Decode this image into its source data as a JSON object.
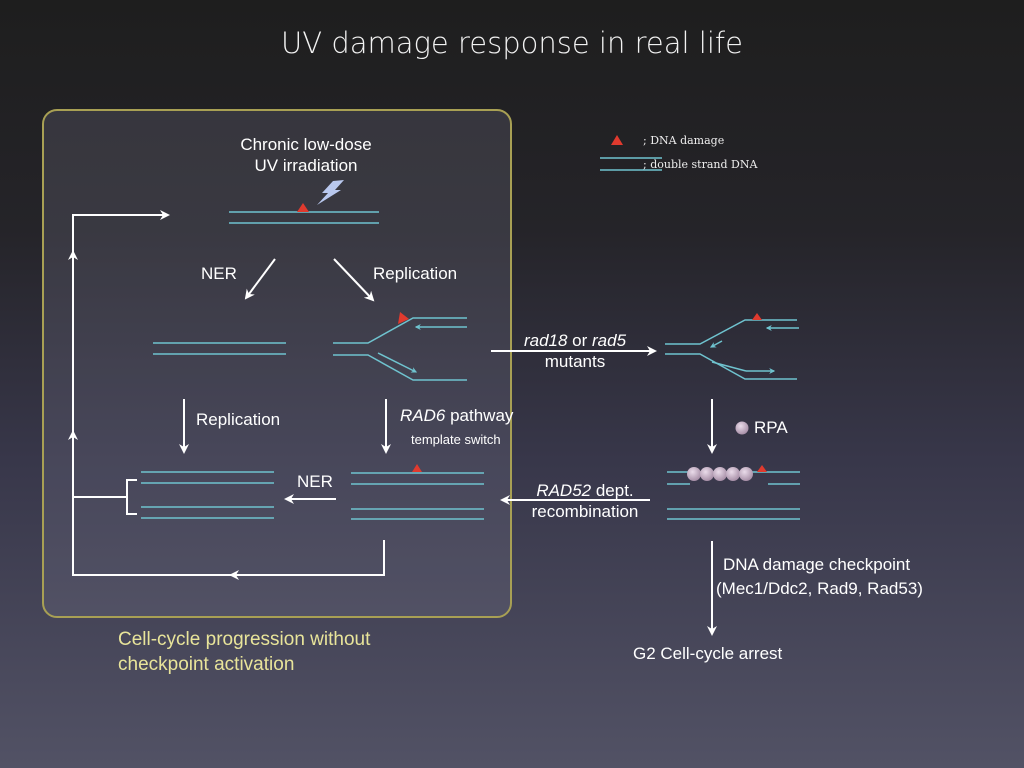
{
  "title": "UV damage response in real life",
  "legend": {
    "damage": "; DNA damage",
    "dsdna": "; double strand DNA"
  },
  "box": {
    "label_line1": "Cell-cycle progression without",
    "label_line2": "checkpoint activation"
  },
  "nodes": {
    "start_line1": "Chronic low-dose",
    "start_line2": "UV irradiation",
    "ner_top": "NER",
    "replication_top": "Replication",
    "replication_left": "Replication",
    "rad6_italic": "RAD6",
    "rad6_rest": " pathway",
    "template_switch": "template switch",
    "ner_bottom": "NER",
    "mutants_italic1": "rad18",
    "mutants_or": " or ",
    "mutants_italic2": "rad5",
    "mutants_line2": "mutants",
    "rpa": "RPA",
    "rad52_italic": "RAD52",
    "rad52_rest": " dept.",
    "rad52_line2": "recombination",
    "checkpoint_line1": "DNA damage checkpoint",
    "checkpoint_line2": "(Mec1/Ddc2, Rad9, Rad53)",
    "arrest": "G2 Cell-cycle arrest"
  },
  "colors": {
    "dna": "#6fc3cf",
    "damage": "#e03a2e",
    "arrow": "#ffffff",
    "box_border": "#a8a054",
    "box_label": "#e8e49a",
    "rpa": "#c9b3c9",
    "lightning": "#b9c8ee"
  }
}
